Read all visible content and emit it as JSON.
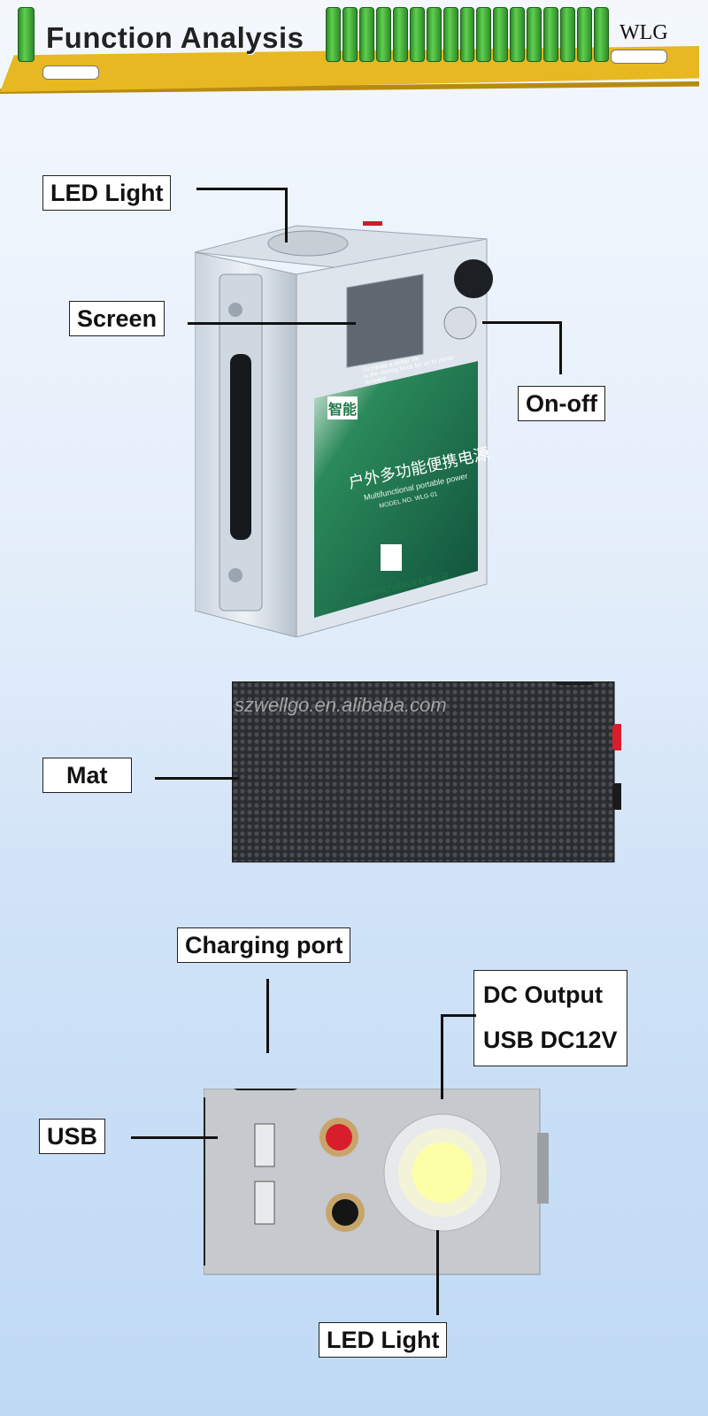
{
  "header": {
    "title": "Function Analysis",
    "brand": "WLG"
  },
  "labels": {
    "led_light_top": "LED Light",
    "screen": "Screen",
    "on_off": "On-off",
    "mat": "Mat",
    "charging_port": "Charging port",
    "dc_output_line1": "DC Output",
    "dc_output_line2": "USB DC12V",
    "usb": "USB",
    "led_light_bottom": "LED Light"
  },
  "watermark": "szwellgo.en.alibaba.com",
  "device_panel": {
    "slogan_line1": "To create a better life",
    "slogan_line2": "is the driving force for us to move forward",
    "badge": "智能",
    "product_name_cn": "户外多功能便携电源",
    "product_name_en": "Multifunctional portable power",
    "model": "MODEL NO. WLG-01",
    "company": "深圳市威力佳科技有限公司"
  },
  "colors": {
    "banner": "#e8b822",
    "battery_green": "#4cbf3f",
    "panel_green": "#1f7a4a",
    "terminal_red": "#d81e2c"
  }
}
